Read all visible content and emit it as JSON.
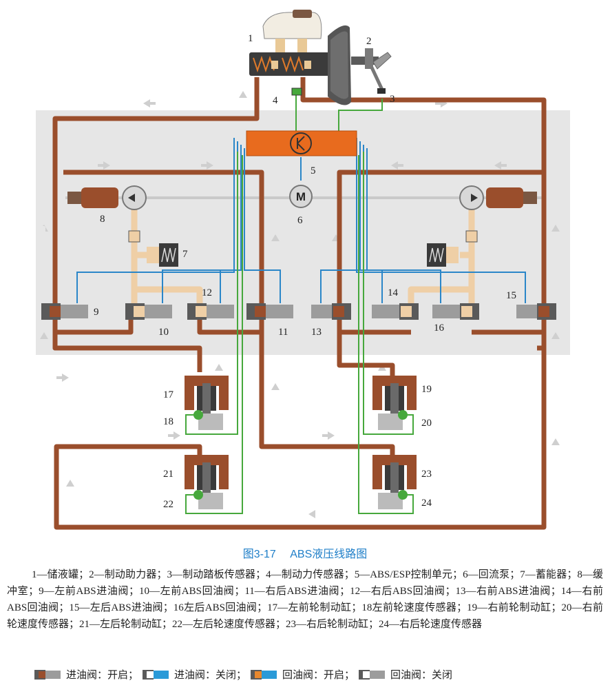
{
  "labels": [
    "1",
    "2",
    "3",
    "4",
    "5",
    "6",
    "7",
    "8",
    "9",
    "10",
    "11",
    "12",
    "13",
    "14",
    "15",
    "16",
    "17",
    "18",
    "19",
    "20",
    "21",
    "22",
    "23",
    "24"
  ],
  "motor_symbol": "M",
  "figure": {
    "number": "图3-17",
    "title": "ABS液压线路图"
  },
  "caption": "1—储液罐；2—制动助力器；3—制动踏板传感器；4—制动力传感器；5—ABS/ESP控制单元；6—回流泵；7—蓄能器；8—缓冲室；9—左前ABS进油阀；10—左前ABS回油阀；11—右后ABS进油阀；12—右后ABS回油阀；13—右前ABS进油阀；14—右前ABS回油阀；15—左后ABS进油阀；16左后ABS回油阀；17—左前轮制动缸；18左前轮速度传感器；19—右前轮制动缸；20—右前轮速度传感器；21—左后轮制动缸；22—左后轮速度传感器；23—右后轮制动缸；24—右后轮速度传感器",
  "legend": [
    {
      "label": "进油阀：开启；",
      "icon": "valve-brown-open"
    },
    {
      "label": "进油阀：关闭；",
      "icon": "valve-blue-closed"
    },
    {
      "label": "回油阀：开启；",
      "icon": "valve-orange-open"
    },
    {
      "label": "回油阀：关闭",
      "icon": "valve-grey-closed"
    }
  ],
  "colors": {
    "pipe": "#9a4e2c",
    "return": "#efcfa6",
    "signal": "#2a86c8",
    "sensor": "#46a83c",
    "unit": "#e86b1e",
    "panel": "#e6e6e6",
    "title": "#1e7ec8"
  }
}
